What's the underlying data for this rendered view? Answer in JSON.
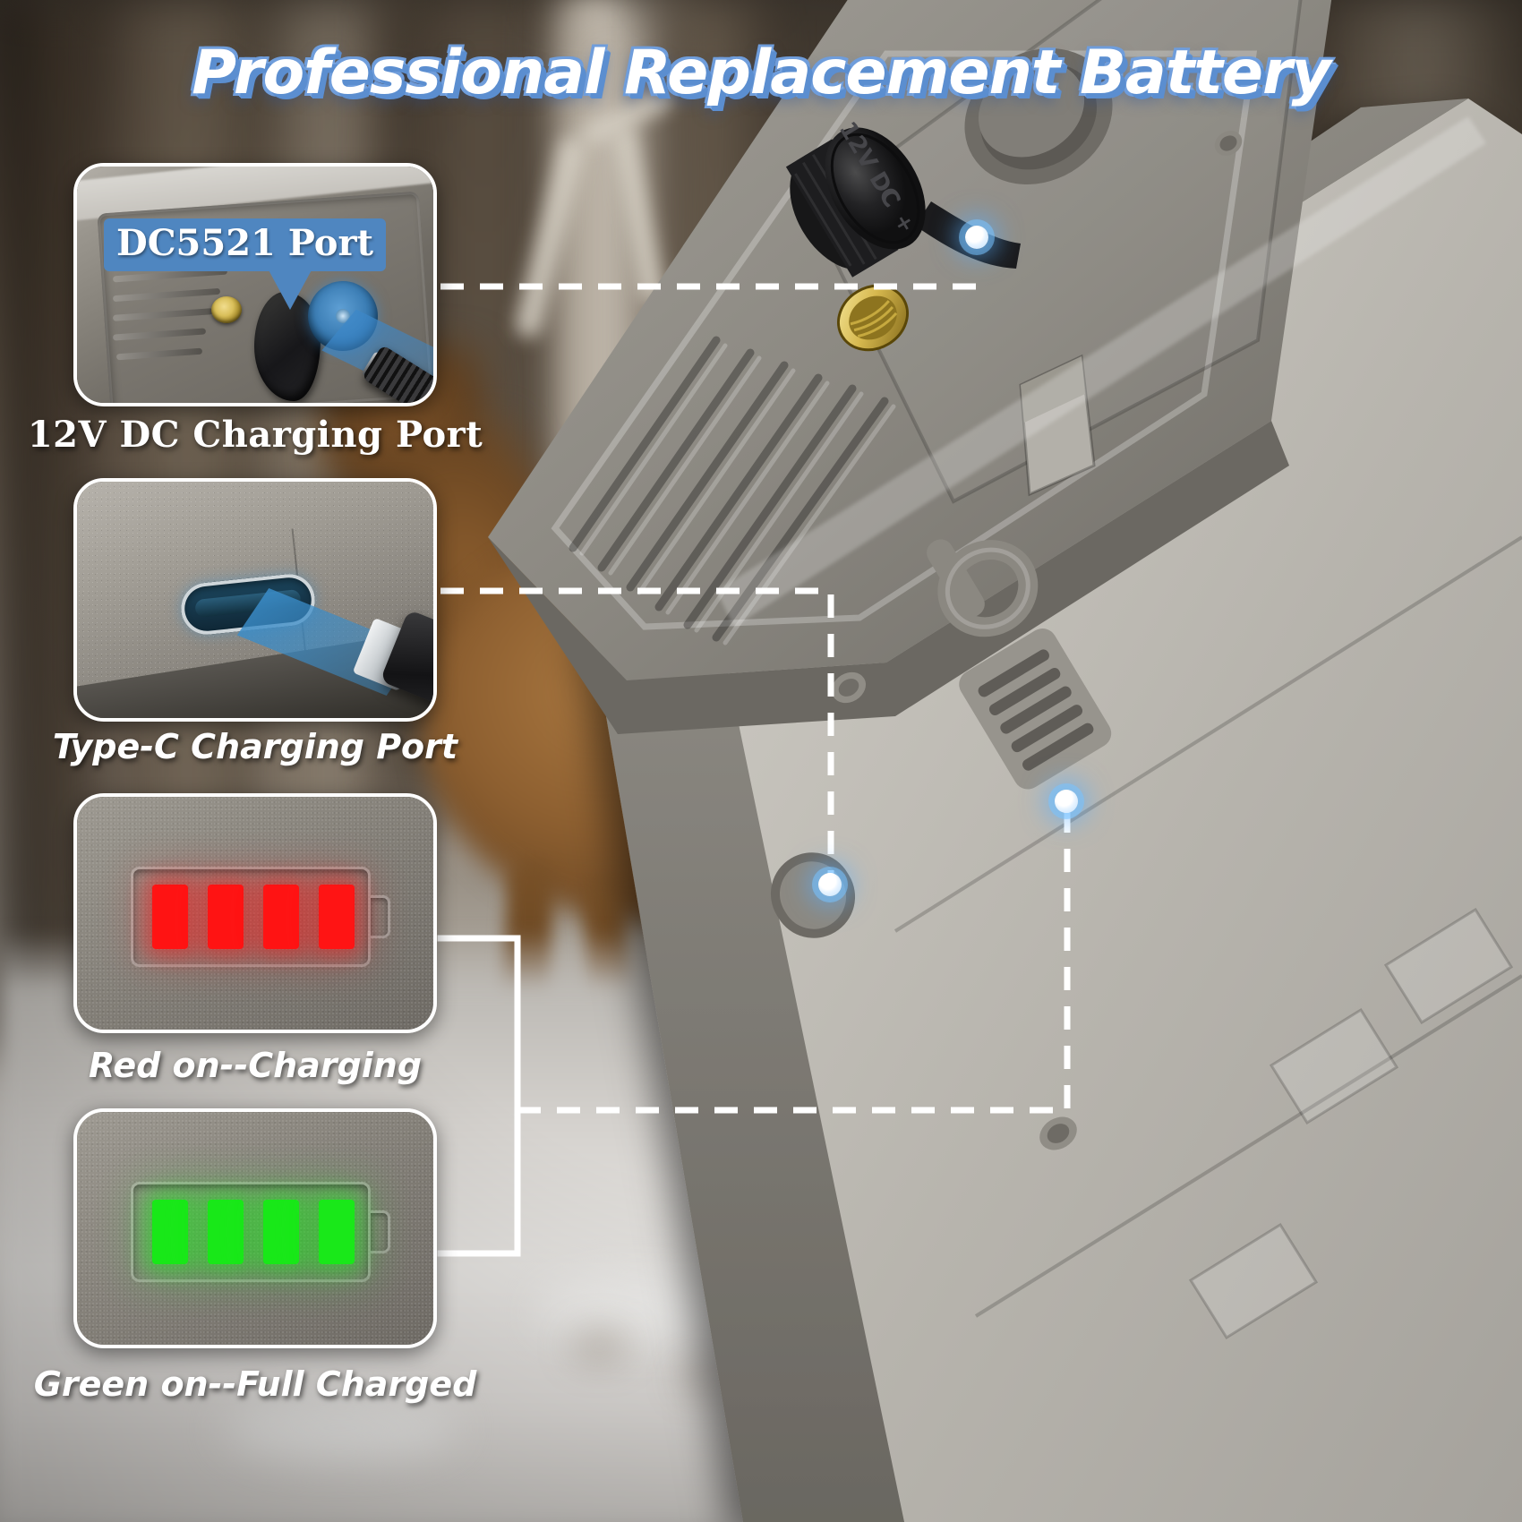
{
  "title": "Professional Replacement Battery",
  "panels": {
    "dc_port": {
      "badge": "DC5521 Port",
      "caption": "12V DC Charging Port",
      "icon": "dc-barrel-connector-icon"
    },
    "type_c": {
      "caption": "Type-C Charging Port",
      "icon": "usb-c-connector-icon"
    },
    "charging": {
      "caption": "Red on--Charging",
      "icon": "battery-indicator-red-icon",
      "bar_color": "#ff1414",
      "bars": 4
    },
    "full": {
      "caption": "Green on--Full Charged",
      "icon": "battery-indicator-green-icon",
      "bar_color": "#19e819",
      "bars": 4
    }
  },
  "product": {
    "dc_cap_label_line1": "12V DC",
    "dc_cap_label_line2": "C",
    "dc_cap_label_line3": "+"
  },
  "colors": {
    "title_fill": "#ffffff",
    "title_outline": "#5b8ed0",
    "badge_bg": "#4f86c0",
    "beam": "#3a8cc8",
    "callout_line": "#ffffff",
    "dot_glow": "#78c3ff"
  }
}
